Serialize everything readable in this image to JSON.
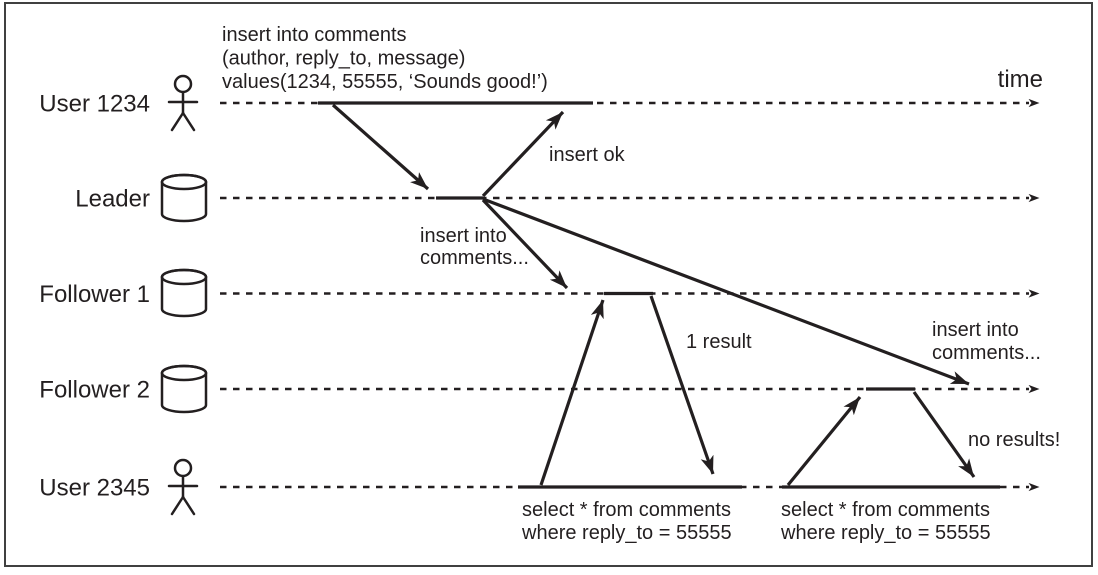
{
  "diagram": {
    "kind": "replication-lag sequence diagram",
    "time_axis_label": "time",
    "colors": {
      "ink": "#231f20",
      "border": "#404040",
      "background": "#ffffff"
    },
    "lanes": [
      {
        "label": "User 1234",
        "icon": "person-icon"
      },
      {
        "label": "Leader",
        "icon": "database-icon"
      },
      {
        "label": "Follower 1",
        "icon": "database-icon"
      },
      {
        "label": "Follower 2",
        "icon": "database-icon"
      },
      {
        "label": "User 2345",
        "icon": "person-icon"
      }
    ],
    "messages": {
      "insert_statement": {
        "line1": "insert into comments",
        "line2": "(author, reply_to, message)",
        "line3": "values(1234, 55555, ‘Sounds good!’)"
      },
      "insert_ok": "insert ok",
      "replicate_to_follower1": {
        "line1": "insert into",
        "line2": "comments..."
      },
      "replicate_to_follower2": {
        "line1": "insert into",
        "line2": "comments..."
      },
      "first_read_result": "1 result",
      "second_read_result": "no results!",
      "first_select": {
        "line1": "select * from comments",
        "line2": "where reply_to = 55555"
      },
      "second_select": {
        "line1": "select * from comments",
        "line2": "where reply_to = 55555"
      }
    }
  }
}
